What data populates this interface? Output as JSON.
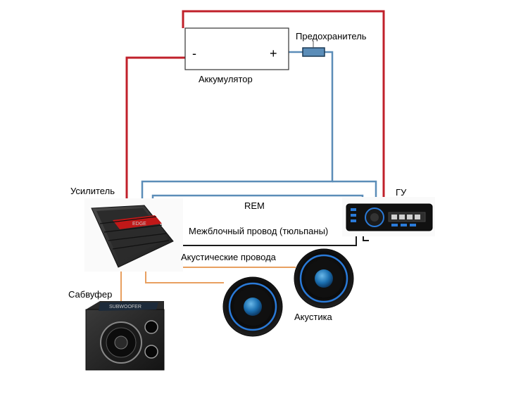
{
  "labels": {
    "battery": "Аккумулятор",
    "battery_minus": "-",
    "battery_plus": "+",
    "fuse": "Предохранитель",
    "amplifier": "Усилитель",
    "head_unit": "ГУ",
    "rem": "REM",
    "interconnect": "Межблочный провод (тюльпаны)",
    "speaker_wires": "Акустические провода",
    "subwoofer": "Сабвуфер",
    "speakers": "Акустика",
    "amp_logo": "EDGE",
    "sub_brand": "SUBWOOFER"
  },
  "colors": {
    "power_wire": "#c0202a",
    "rem_wire": "#5b8db8",
    "signal_wire": "#1a1a1a",
    "speaker_wire": "#e8a060",
    "speaker_glow": "#2a7ad8",
    "amp_accent": "#c01818"
  }
}
